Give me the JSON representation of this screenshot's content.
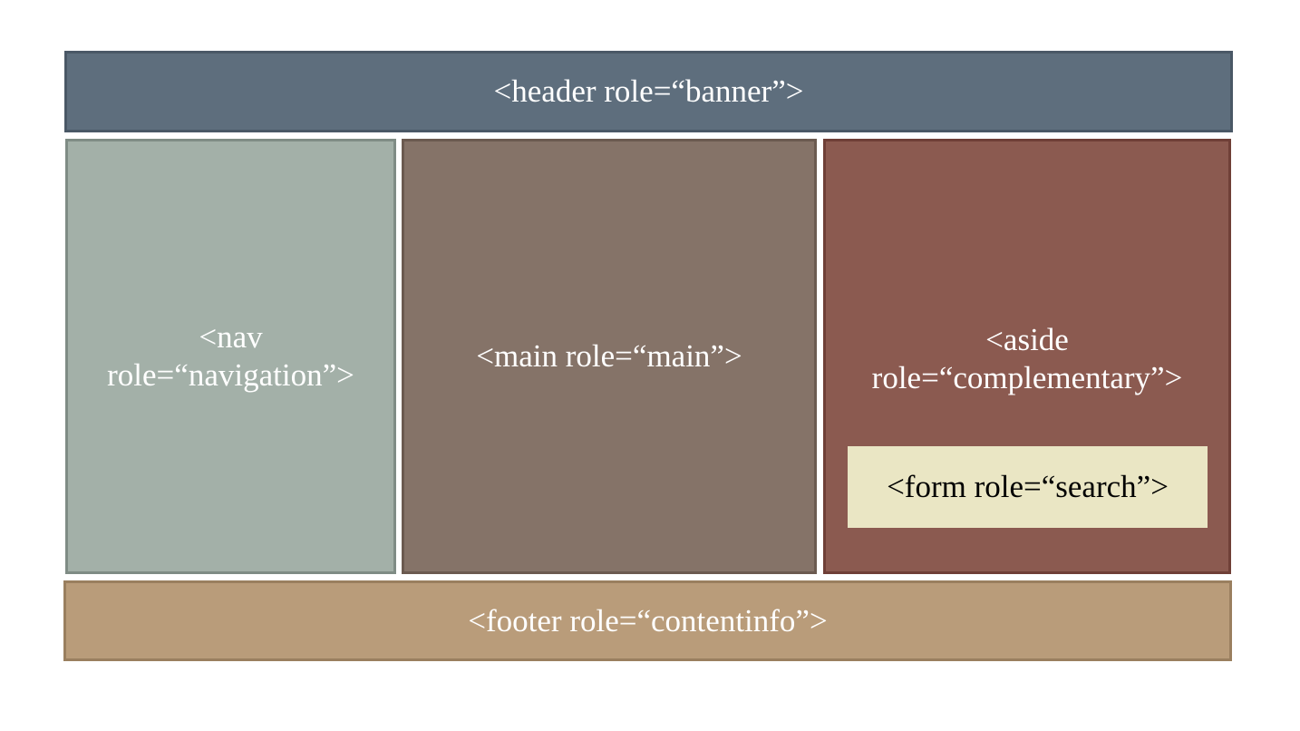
{
  "diagram": {
    "header": {
      "label": "<header role=“banner”>",
      "color": "#5e6e7d"
    },
    "nav": {
      "label": "<nav\nrole=“navigation”>",
      "color": "#a3b0a8"
    },
    "main": {
      "label": "<main role=“main”>",
      "color": "#857368"
    },
    "aside": {
      "label": "<aside\nrole=“complementary”>",
      "color": "#8b5a50"
    },
    "form": {
      "label": "<form role=“search”>",
      "color": "#eae6c4"
    },
    "footer": {
      "label": "<footer role=“contentinfo”>",
      "color": "#b99c7a"
    }
  }
}
